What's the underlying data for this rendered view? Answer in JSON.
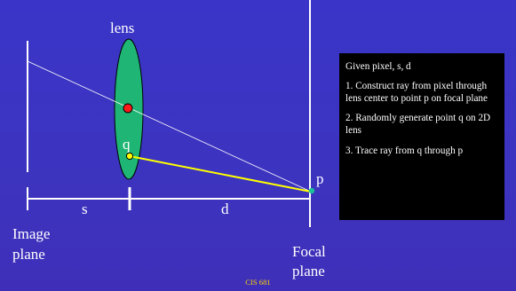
{
  "labels": {
    "lens": "lens",
    "q": "q",
    "p": "p",
    "s": "s",
    "d": "d",
    "image_plane_line1": "Image",
    "image_plane_line2": "plane",
    "focal_plane_line1": "Focal",
    "focal_plane_line2": "plane"
  },
  "side_box": {
    "heading": "Given pixel, s, d",
    "steps": [
      "1. Construct ray from pixel through lens center to point p on focal plane",
      "2. Randomly generate point q on 2D lens",
      "3. Trace ray from q through p"
    ]
  },
  "footer": "CIS 681",
  "colors": {
    "background": "#3a35c8",
    "lens_fill": "#1fb574",
    "lens_center": "#ff1a1a",
    "point_q": "#ffff00",
    "ray_q_to_p": "#ffff00",
    "point_p": "#19c098",
    "lines": "#ffffff",
    "footer_text": "#ffd400"
  }
}
